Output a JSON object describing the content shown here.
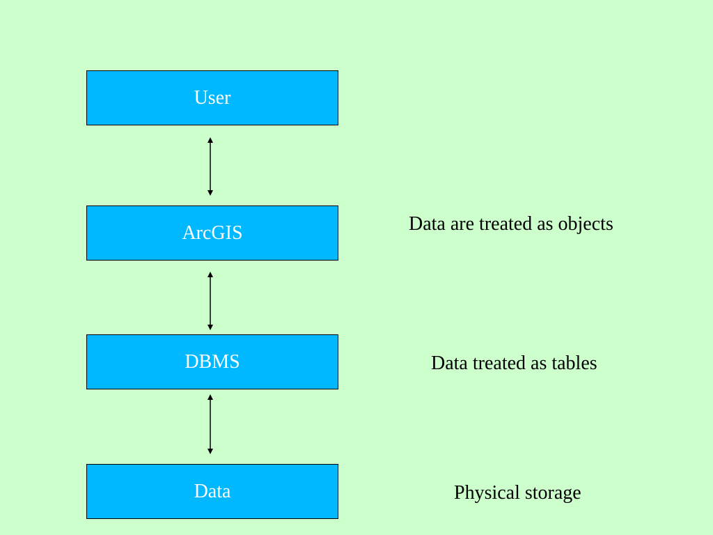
{
  "colors": {
    "background": "#ccffcc",
    "box_fill": "#00b8ff",
    "box_text": "#ffffff",
    "line": "#000000"
  },
  "layers": [
    {
      "label": "User"
    },
    {
      "label": "ArcGIS"
    },
    {
      "label": "DBMS"
    },
    {
      "label": "Data"
    }
  ],
  "descriptions": [
    {
      "text": "Data are treated as objects"
    },
    {
      "text": "Data treated as tables"
    },
    {
      "text": "Physical storage"
    }
  ],
  "connectors": [
    {
      "from": "User",
      "to": "ArcGIS",
      "direction": "bidirectional"
    },
    {
      "from": "ArcGIS",
      "to": "DBMS",
      "direction": "bidirectional"
    },
    {
      "from": "DBMS",
      "to": "Data",
      "direction": "bidirectional"
    }
  ]
}
